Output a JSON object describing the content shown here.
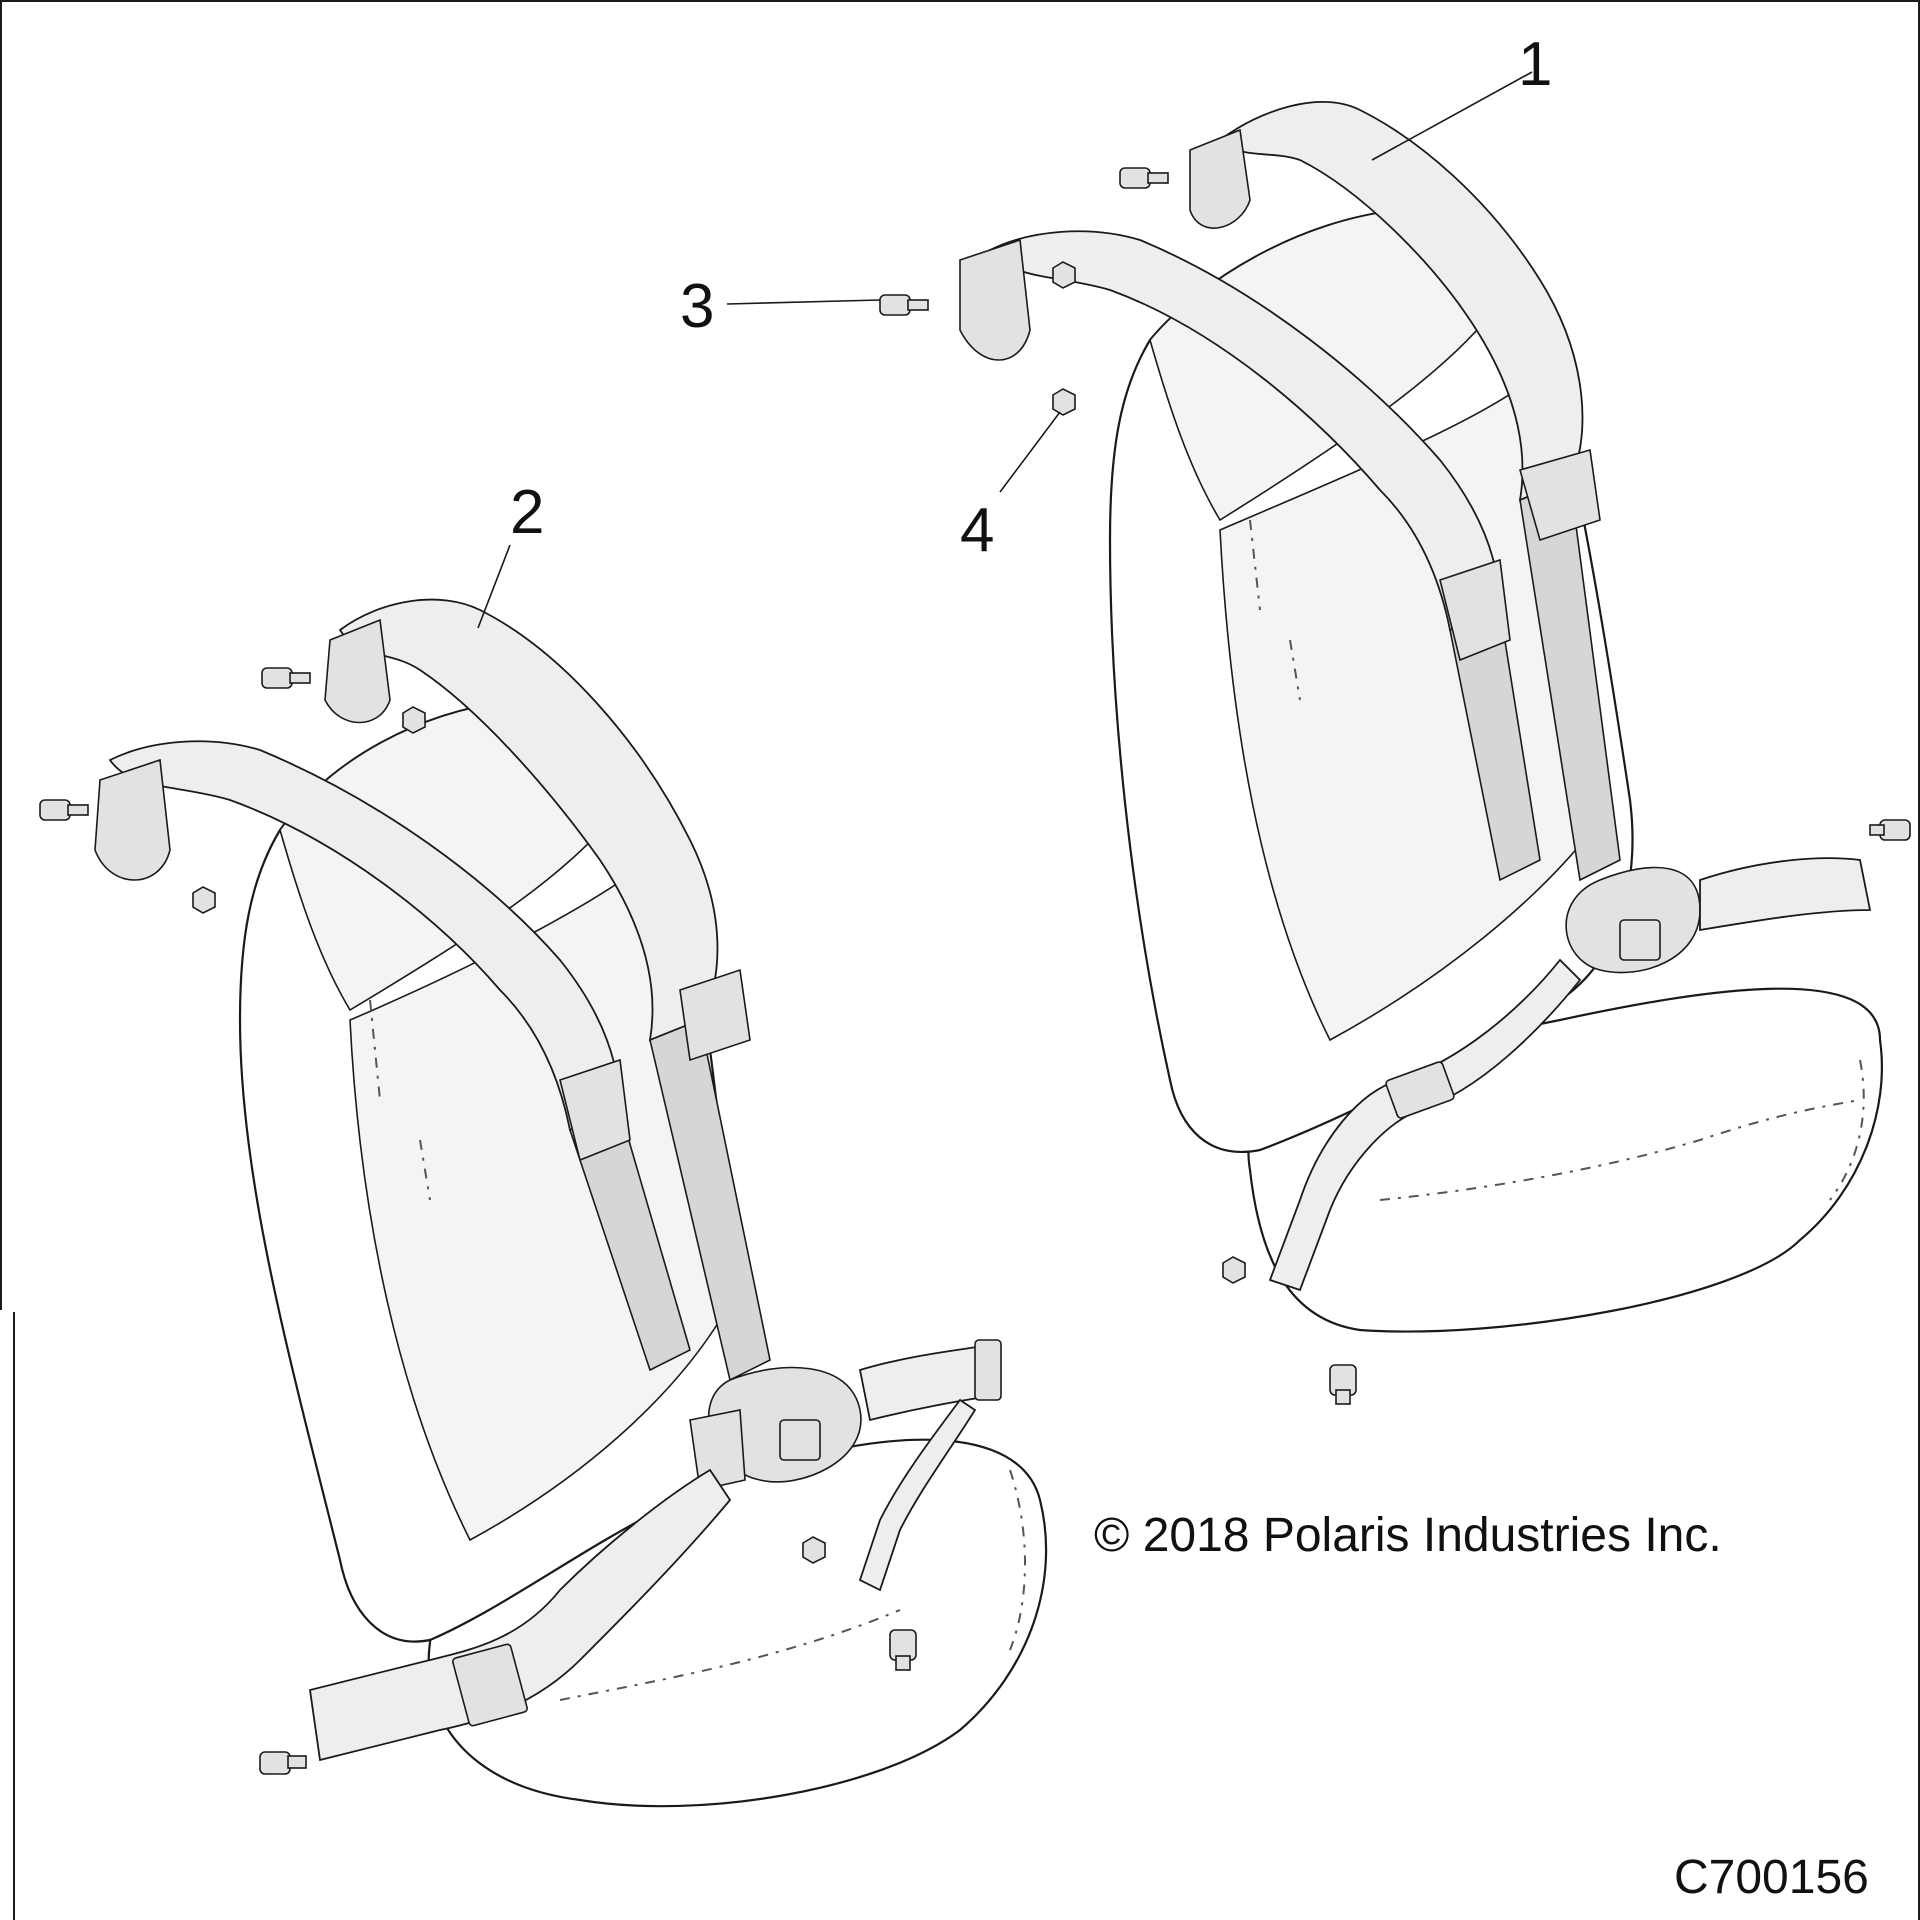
{
  "callouts": [
    {
      "id": "1",
      "label": "1"
    },
    {
      "id": "2",
      "label": "2"
    },
    {
      "id": "3",
      "label": "3"
    },
    {
      "id": "4",
      "label": "4"
    }
  ],
  "copyright": "© 2018 Polaris Industries Inc.",
  "figure_id": "C700156"
}
